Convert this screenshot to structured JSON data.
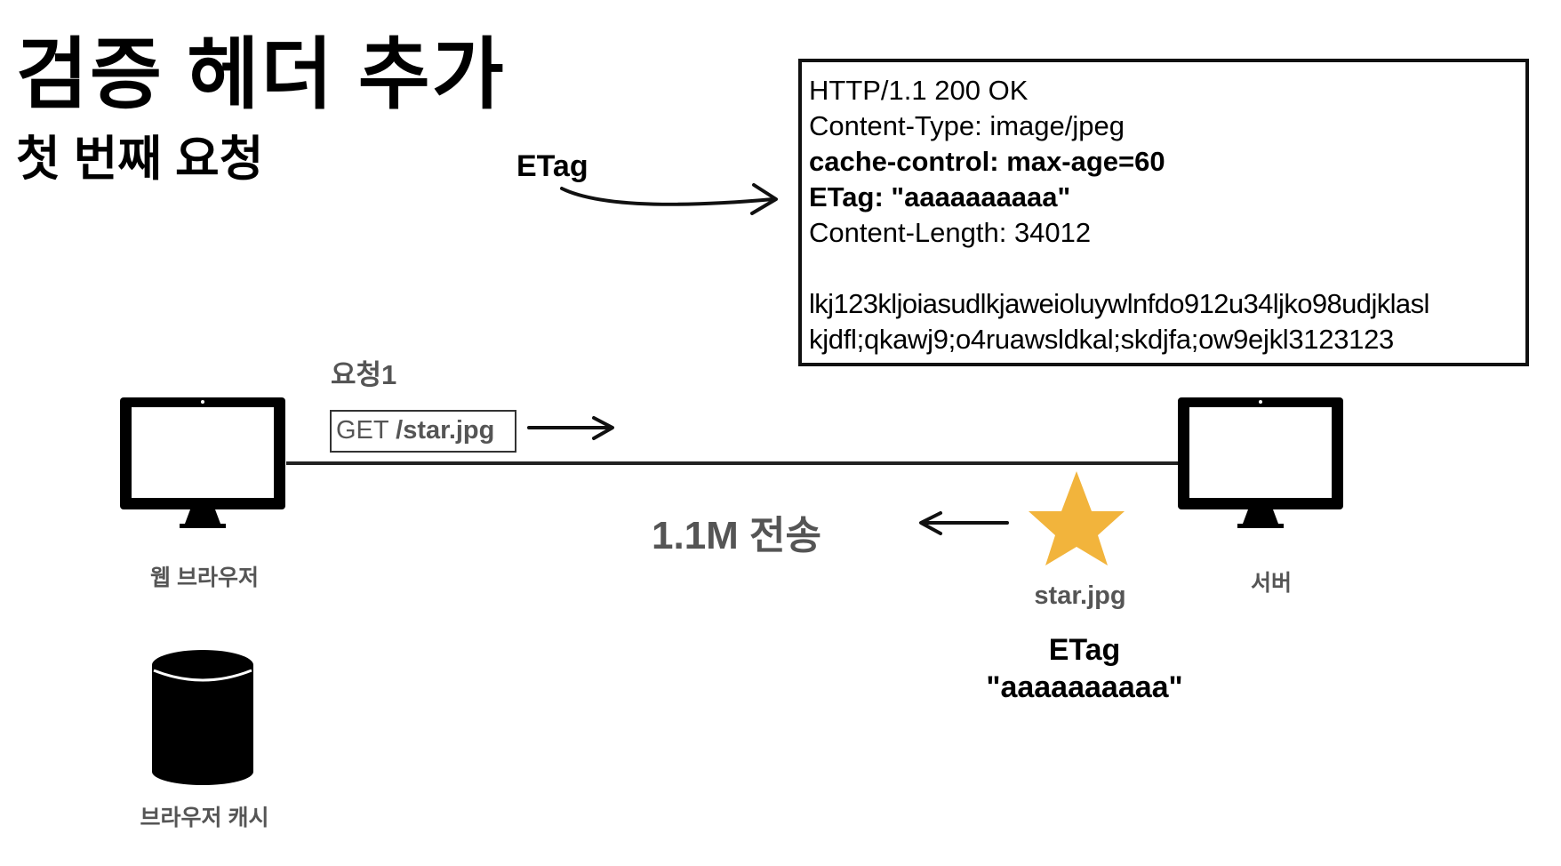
{
  "title": "검증 헤더 추가",
  "subtitle": "첫 번째 요청",
  "etag_arrow_label": "ETag",
  "response": {
    "lines": [
      {
        "text": "HTTP/1.1 200 OK",
        "bold": false
      },
      {
        "text": "Content-Type: image/jpeg",
        "bold": false
      },
      {
        "text": "cache-control: max-age=60",
        "bold": true
      },
      {
        "text": "ETag: \"aaaaaaaaaa\"",
        "bold": true
      },
      {
        "text": "Content-Length: 34012",
        "bold": false
      }
    ],
    "body_lines": [
      "lkj123kljoiasudlkjawe​ioluywlnfdo912u34ljko98udjklasl",
      "kjdfl;qkawj9;o4ruawsldkal;skdjfa;ow9ejkl3123123"
    ]
  },
  "request": {
    "label": "요청1",
    "method": "GET",
    "path": "/star.jpg"
  },
  "transfer_label": "1.1M 전송",
  "client_label": "웹 브라우저",
  "server_label": "서버",
  "cache_label": "브라우저 캐시",
  "star": {
    "name": "star.jpg",
    "etag_label": "ETag",
    "etag_value": "\"aaaaaaaaaa\"",
    "color": "#F2B43C"
  }
}
